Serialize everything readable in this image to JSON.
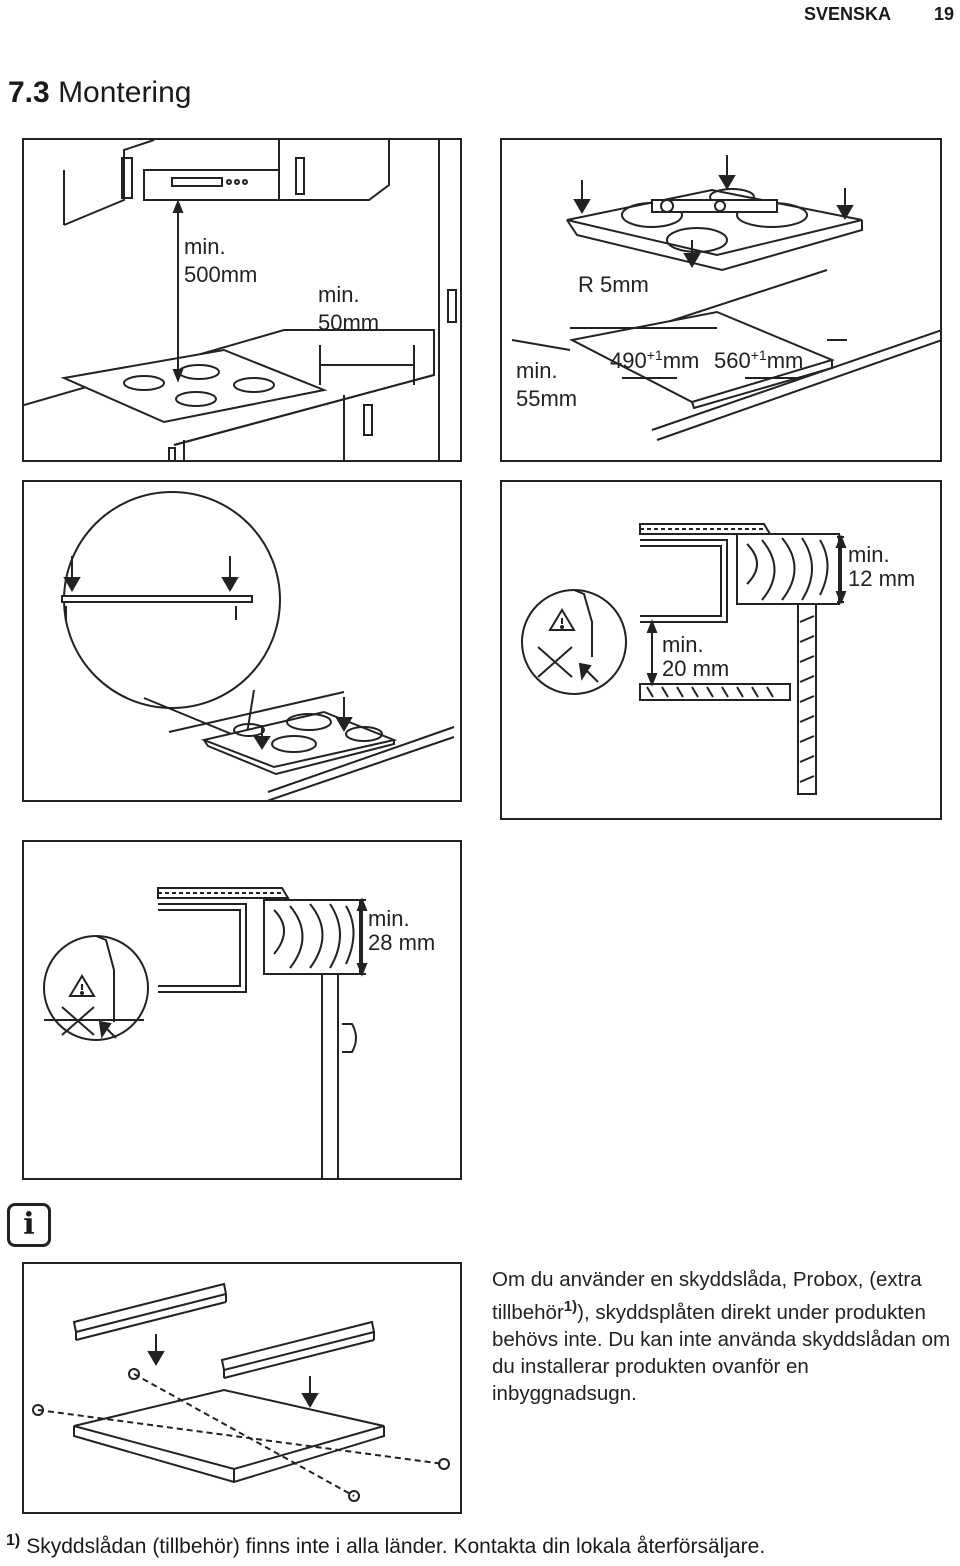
{
  "header": {
    "language": "SVENSKA",
    "page_number": "19"
  },
  "section": {
    "number": "7.3",
    "title": "Montering"
  },
  "figure1": {
    "min500": [
      "min.",
      "500mm"
    ],
    "min50": [
      "min.",
      "50mm"
    ],
    "min55": [
      "min.",
      "55mm"
    ],
    "radius": "R 5mm",
    "dim490": "490",
    "dim560": "560",
    "tolerance": "+1",
    "unit": "mm"
  },
  "figure2": {
    "min12": [
      "min.",
      "12 mm"
    ],
    "min20": [
      "min.",
      "20 mm"
    ]
  },
  "figure3": {
    "min28": [
      "min.",
      "28 mm"
    ]
  },
  "info": {
    "icon": "info-icon",
    "text_before_ref": "Om du använder en skyddslåda, Probox, (extra tillbehör",
    "footnote_ref": "1)",
    "text_after_ref": "), skyddsplåten direkt under produkten behövs inte. Du kan inte använda skyddslådan om du installerar produkten ovanför en inbyggnadsugn."
  },
  "footnote": {
    "mark": "1)",
    "text": "Skyddslådan (tillbehör) finns inte i alla länder. Kontakta din lokala återförsäljare."
  }
}
